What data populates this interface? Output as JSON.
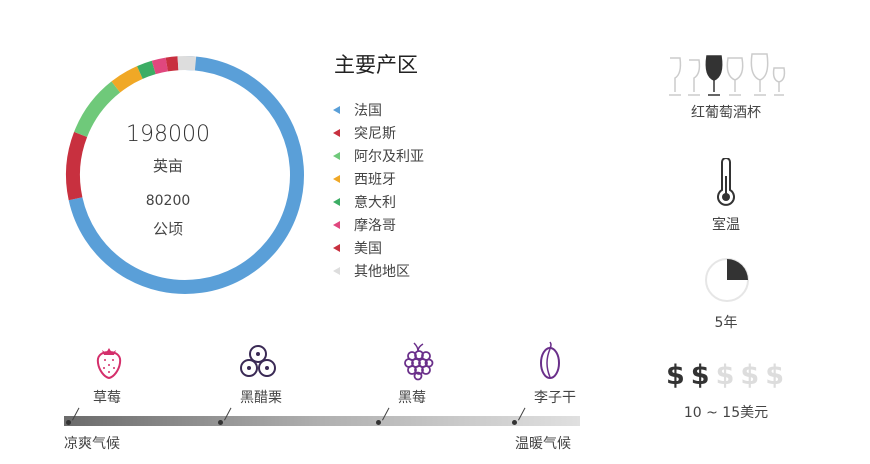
{
  "area": {
    "acres_value": "198000",
    "acres_unit": "英亩",
    "hectares_value": "80200",
    "hectares_unit": "公顷"
  },
  "regions": {
    "title": "主要产区",
    "items": [
      {
        "label": "法国",
        "color": "#5a9fd8",
        "share": 0.716
      },
      {
        "label": "突尼斯",
        "color": "#c8303f",
        "share": 0.093
      },
      {
        "label": "阿尔及利亚",
        "color": "#6fc97a",
        "share": 0.085
      },
      {
        "label": "西班牙",
        "color": "#f0a826",
        "share": 0.04
      },
      {
        "label": "意大利",
        "color": "#3cad64",
        "share": 0.021
      },
      {
        "label": "摩洛哥",
        "color": "#e0477e",
        "share": 0.019
      },
      {
        "label": "美国",
        "color": "#c8303f",
        "share": 0.016
      },
      {
        "label": "其他地区",
        "color": "#dddddd",
        "share": 0.025
      }
    ]
  },
  "serving": {
    "glass_label": "红葡萄酒杯",
    "temperature_label": "室温",
    "aging_label": "5年",
    "aging_fraction": 0.25,
    "price_symbol": "$",
    "price_level": 2,
    "price_max": 5,
    "price_label": "10 ~ 15美元"
  },
  "flavors": {
    "items": [
      {
        "label": "草莓",
        "icon": "strawberry-icon",
        "color": "#d42f6b"
      },
      {
        "label": "黑醋栗",
        "icon": "blackcurrant-icon",
        "color": "#3a2a55"
      },
      {
        "label": "黑莓",
        "icon": "blackberry-icon",
        "color": "#6a2f8a"
      },
      {
        "label": "李子干",
        "icon": "prune-icon",
        "color": "#6a2f8a"
      }
    ],
    "cool_label": "凉爽气候",
    "warm_label": "温暖气候"
  }
}
